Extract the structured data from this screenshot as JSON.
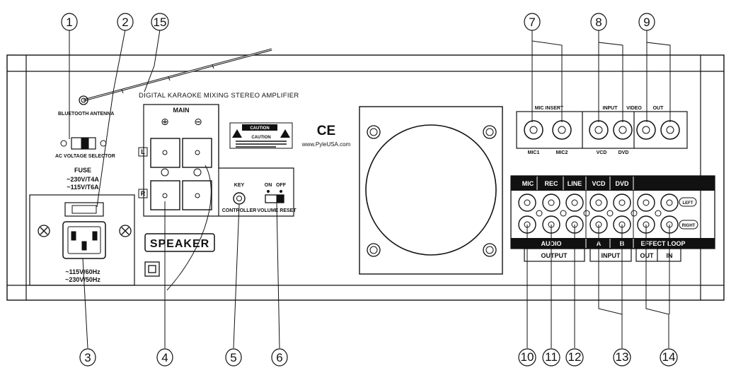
{
  "panel": {
    "title": "DIGITAL KARAOKE MIXING STEREO AMPLIFIER",
    "bluetooth_antenna": "BLUETOOTH ANTENNA",
    "ac_voltage_selector": "AC VOLTAGE SELECTOR",
    "fuse": {
      "heading": "FUSE",
      "line1": "~230V/T4A",
      "line2": "~115V/T6A"
    },
    "ac_rating": {
      "line1": "~115V/60Hz",
      "line2": "~230V/50Hz"
    },
    "main": "MAIN",
    "plus": "⊕",
    "minus": "⊖",
    "left_mark": "L",
    "right_mark": "R",
    "speaker": "SPEAKER",
    "caution": {
      "header": "CAUTION",
      "sub": "CAUTION"
    },
    "key": "KEY",
    "controller": "CONTROLLER",
    "on": "ON",
    "off": "OFF",
    "volume_reset": "VOLUME RESET",
    "ce": "CE",
    "website": "www.PyleUSA.com",
    "mic_insert": "MIC INSERT",
    "mic1": "MIC1",
    "mic2": "MIC2",
    "input": "INPUT",
    "video": "VIDEO",
    "out": "OUT",
    "vcd": "VCD",
    "dvd": "DVD",
    "audio_headers": [
      "MIC",
      "REC",
      "LINE",
      "VCD",
      "DVD"
    ],
    "left": "LEFT",
    "right": "RIGHT",
    "audio": "AUDIO",
    "a": "A",
    "b": "B",
    "effect_loop": "EFFECT LOOP",
    "bottom_output": "OUTPUT",
    "bottom_input": "INPUT",
    "bottom_out": "OUT",
    "bottom_in": "IN"
  },
  "callouts": [
    "1",
    "2",
    "15",
    "7",
    "8",
    "9",
    "3",
    "4",
    "5",
    "6",
    "10",
    "11",
    "12",
    "13",
    "14"
  ]
}
